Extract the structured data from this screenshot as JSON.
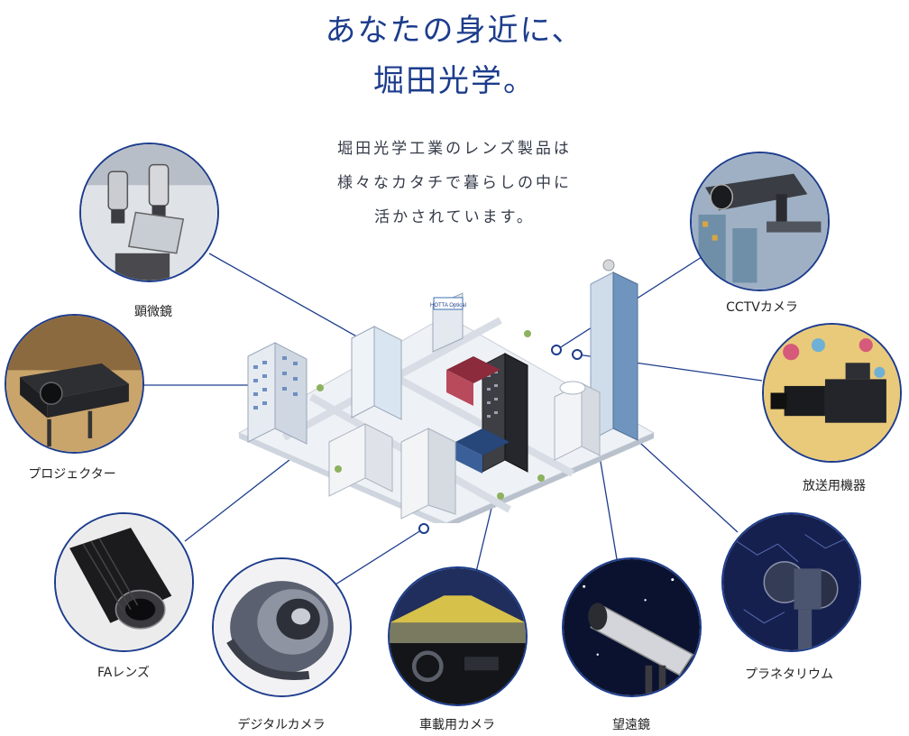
{
  "heading": {
    "line1": "あなたの身近に、",
    "line2": "堀田光学。"
  },
  "intro": {
    "line1": "堀田光学工業のレンズ製品は",
    "line2": "様々なカタチで暮らしの中に",
    "line3": "活かされています。"
  },
  "city_sign": "HOTTA Optical",
  "products": {
    "microscope": "顕微鏡",
    "projector": "プロジェクター",
    "fa_lens": "FAレンズ",
    "digital_camera": "デジタルカメラ",
    "car_camera": "車載用カメラ",
    "telescope": "望遠鏡",
    "planetarium": "プラネタリウム",
    "broadcast": "放送用機器",
    "cctv": "CCTVカメラ"
  },
  "colors": {
    "accent": "#1c3c8c",
    "line": "#1c3c8c"
  }
}
